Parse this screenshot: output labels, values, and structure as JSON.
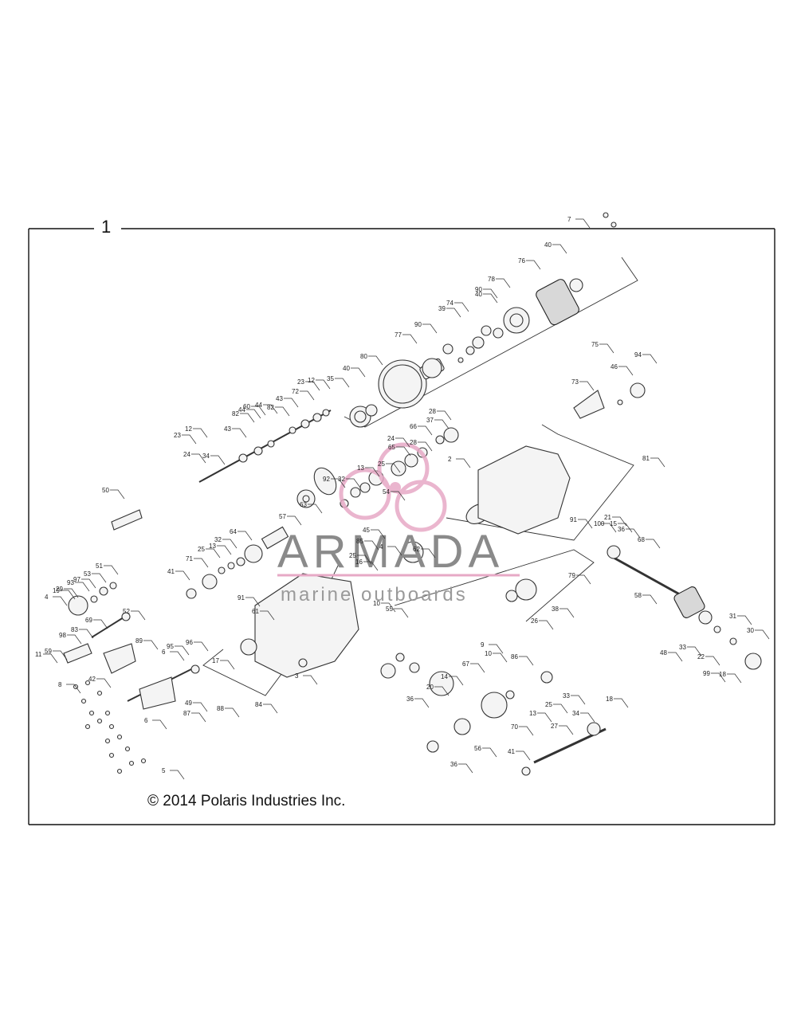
{
  "frame": {
    "label": "1"
  },
  "copyright": "© 2014 Polaris Industries Inc.",
  "watermark": {
    "title": "ARMADA",
    "subtitle": "marine outboards",
    "color": "#e7a9c6"
  },
  "callouts": [
    "40",
    "7",
    "76",
    "78",
    "90",
    "40",
    "74",
    "39",
    "90",
    "77",
    "80",
    "40",
    "35",
    "75",
    "94",
    "46",
    "73",
    "23",
    "12",
    "43",
    "82",
    "44",
    "60",
    "44",
    "82",
    "43",
    "72",
    "23",
    "12",
    "34",
    "24",
    "28",
    "37",
    "66",
    "24",
    "28",
    "65",
    "25",
    "13",
    "32",
    "92",
    "63",
    "57",
    "64",
    "32",
    "13",
    "25",
    "71",
    "41",
    "50",
    "54",
    "45",
    "85",
    "4",
    "62",
    "2",
    "91",
    "100",
    "81",
    "21",
    "15",
    "36",
    "68",
    "58",
    "25",
    "16",
    "55",
    "10",
    "51",
    "53",
    "97",
    "93",
    "29",
    "4",
    "19",
    "52",
    "69",
    "83",
    "98",
    "59",
    "11",
    "89",
    "95",
    "96",
    "6",
    "17",
    "91",
    "61",
    "42",
    "8",
    "3",
    "86",
    "26",
    "38",
    "79",
    "9",
    "10",
    "67",
    "14",
    "20",
    "36",
    "87",
    "49",
    "6",
    "88",
    "84",
    "5",
    "33",
    "25",
    "13",
    "70",
    "56",
    "36",
    "18",
    "34",
    "27",
    "41",
    "48",
    "33",
    "22",
    "31",
    "30",
    "18",
    "99"
  ]
}
